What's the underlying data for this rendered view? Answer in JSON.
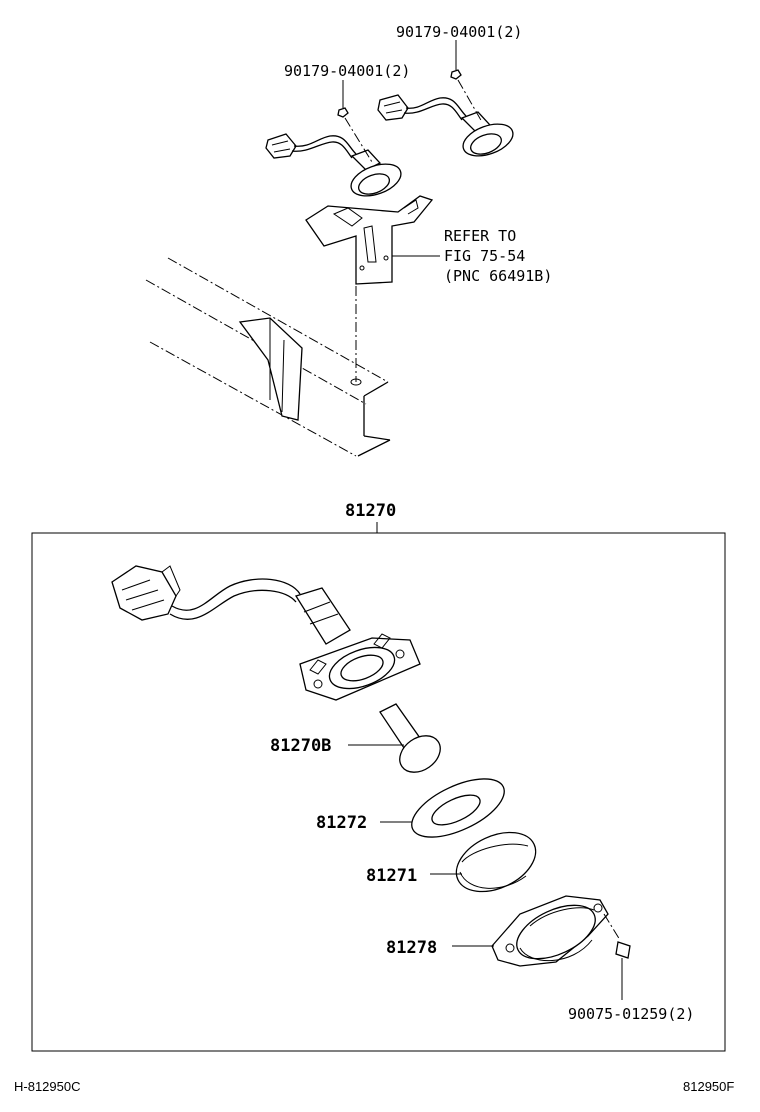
{
  "labels": {
    "bolt_top_right": "90179-04001(2)",
    "bolt_top_left": "90179-04001(2)",
    "refer_line1": "REFER TO",
    "refer_line2": "FIG 75-54",
    "refer_line3": "(PNC 66491B)",
    "assembly": "81270",
    "bulb": "81270B",
    "gasket": "81272",
    "lens": "81271",
    "cover": "81278",
    "screw": "90075-01259(2)"
  },
  "footer": {
    "left_code": "H-812950C",
    "right_code": "812950F"
  }
}
